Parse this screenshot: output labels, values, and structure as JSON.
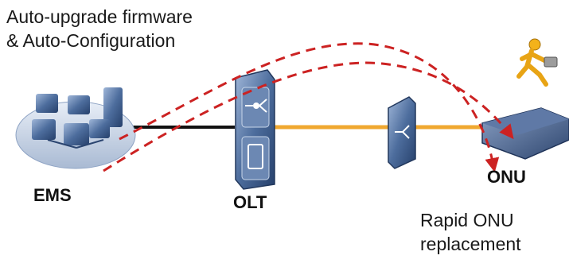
{
  "captions": {
    "top_line1": "Auto-upgrade firmware",
    "top_line2": "& Auto-Configuration",
    "bottom_line1": "Rapid ONU",
    "bottom_line2": "replacement"
  },
  "nodes": {
    "ems": "EMS",
    "olt": "OLT",
    "onu": "ONU"
  },
  "colors": {
    "fiber": "#f0a830",
    "copper": "#111111",
    "dashed_path": "#cc2222",
    "equipment": "#3f5f8f"
  },
  "icons": [
    "ems-cluster-icon",
    "olt-chassis-icon",
    "splitter-icon",
    "onu-device-icon",
    "running-person-icon"
  ]
}
